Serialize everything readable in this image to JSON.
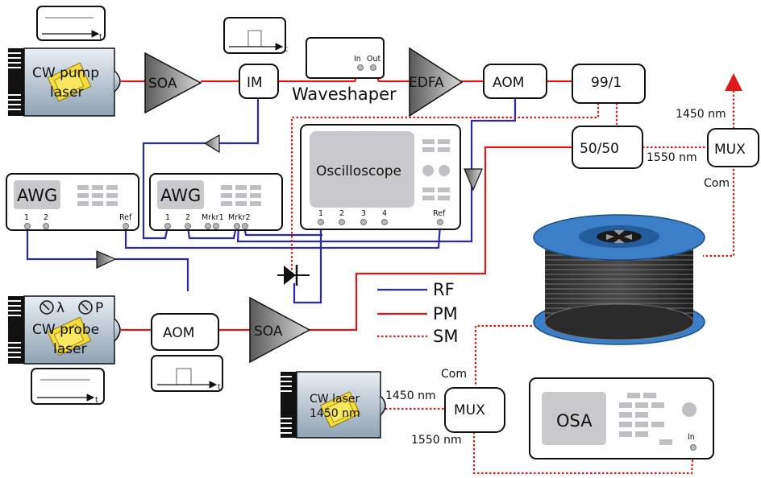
{
  "components": {
    "pump_laser": "CW pump laser",
    "probe_laser": "CW probe laser",
    "probe_lambda": "λ",
    "probe_power": "P",
    "soa_top": "SOA",
    "soa_bottom": "SOA",
    "im": "IM",
    "waveshaper": "Waveshaper",
    "waveshaper_in": "In",
    "waveshaper_out": "Out",
    "edfa": "EDFA",
    "aom_top": "AOM",
    "aom_bottom": "AOM",
    "coupler_99": "99/1",
    "coupler_50": "50/50",
    "mux_right": "MUX",
    "mux_right_com": "Com",
    "mux_right_1450": "1450 nm",
    "mux_right_1550": "1550 nm",
    "mux_bottom": "MUX",
    "mux_bottom_com": "Com",
    "mux_bottom_1450": "1450 nm",
    "mux_bottom_1550": "1550 nm",
    "cw_laser_1450": "CW laser 1450 nm",
    "awg_left": "AWG",
    "awg_left_ch1": "1",
    "awg_left_ch2": "2",
    "awg_left_ref": "Ref",
    "awg_right": "AWG",
    "awg_right_ch1": "1",
    "awg_right_ch2": "2",
    "awg_right_mrkr1": "Mrkr1",
    "awg_right_mrkr2": "Mrkr2",
    "oscilloscope": "Oscilloscope",
    "osc_ch1": "1",
    "osc_ch2": "2",
    "osc_ch3": "3",
    "osc_ch4": "4",
    "osc_ref": "Ref",
    "osa": "OSA",
    "osa_in": "In",
    "time_axis": "t"
  },
  "legend": {
    "rf": "RF",
    "pm": "PM",
    "sm": "SM"
  },
  "colors": {
    "rf": "#2a2aa8",
    "pm": "#e01818",
    "sm": "#e01818",
    "spool_blue": "#3a7fc8"
  }
}
